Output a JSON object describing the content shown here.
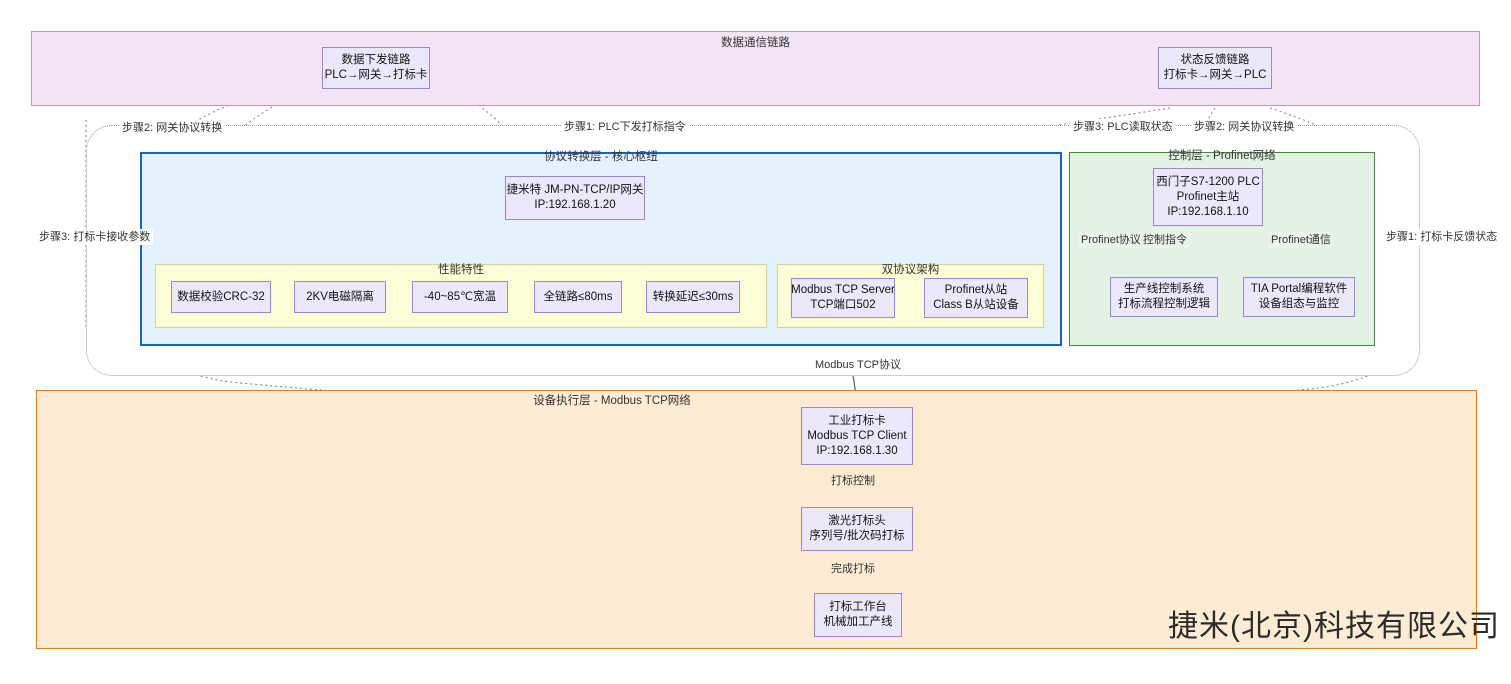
{
  "diagram": {
    "title_watermark": "捷米(北京)科技有限公司"
  },
  "clusters": {
    "communication": {
      "title": "数据通信链路",
      "color": "#f2e3f7",
      "border": "#c98fd6"
    },
    "middle_wrapper": {
      "title": "",
      "color": "#ffffff",
      "border": "#9a9a9a"
    },
    "protocol_layer": {
      "title": "协议转换层 - 核心枢纽",
      "color": "#e3f2fd",
      "border": "#1565c0"
    },
    "control_layer": {
      "title": "控制层 - Profinet网络",
      "color": "#e4f2e4",
      "border": "#3c8c3c"
    },
    "performance": {
      "title": "性能特性",
      "color": "#fdfdd6",
      "border": "#d6d68f"
    },
    "dual_protocol": {
      "title": "双协议架构",
      "color": "#fdfdd6",
      "border": "#d6d68f"
    },
    "device_layer": {
      "title": "设备执行层 - Modbus TCP网络",
      "color": "#fdebd3",
      "border": "#e07b1e"
    }
  },
  "nodes": {
    "downlink": {
      "line1": "数据下发链路",
      "line2": "PLC→网关→打标卡"
    },
    "uplink": {
      "line1": "状态反馈链路",
      "line2": "打标卡→网关→PLC"
    },
    "gateway": {
      "line1": "捷米特 JM-PN-TCP/IP网关",
      "line2": "IP:192.168.1.20"
    },
    "plc": {
      "line1": "西门子S7-1200 PLC",
      "line2": "Profinet主站",
      "line3": "IP:192.168.1.10"
    },
    "perf_crc": {
      "line1": "数据校验CRC-32"
    },
    "perf_isolation": {
      "line1": "2KV电磁隔离"
    },
    "perf_temp": {
      "line1": "-40~85℃宽温"
    },
    "perf_latency_full": {
      "line1": "全链路≤80ms"
    },
    "perf_latency_conv": {
      "line1": "转换延迟≤30ms"
    },
    "modbus_server": {
      "line1": "Modbus TCP Server",
      "line2": "TCP端口502"
    },
    "profinet_slave": {
      "line1": "Profinet从站",
      "line2": "Class B从站设备"
    },
    "line_control": {
      "line1": "生产线控制系统",
      "line2": "打标流程控制逻辑"
    },
    "tia_portal": {
      "line1": "TIA Portal编程软件",
      "line2": "设备组态与监控"
    },
    "marking_card": {
      "line1": "工业打标卡",
      "line2": "Modbus TCP Client",
      "line3": "IP:192.168.1.30"
    },
    "laser_head": {
      "line1": "激光打标头",
      "line2": "序列号/批次码打标"
    },
    "workbench": {
      "line1": "打标工作台",
      "line2": "机械加工产线"
    }
  },
  "edge_labels": {
    "step2_gateway_conv_left": "步骤2: 网关协议转换",
    "step1_plc_send": "步骤1: PLC下发打标指令",
    "step3_plc_read": "步骤3: PLC读取状态",
    "step2_gateway_conv_right": "步骤2: 网关协议转换",
    "step3_card_receive": "步骤3: 打标卡接收参数",
    "step1_card_feedback": "步骤1: 打标卡反馈状态",
    "profinet_protocol": "Profinet协议",
    "control_command": "控制指令",
    "profinet_comm": "Profinet通信",
    "modbus_tcp_protocol": "Modbus TCP协议",
    "marking_control": "打标控制",
    "marking_done": "完成打标"
  }
}
